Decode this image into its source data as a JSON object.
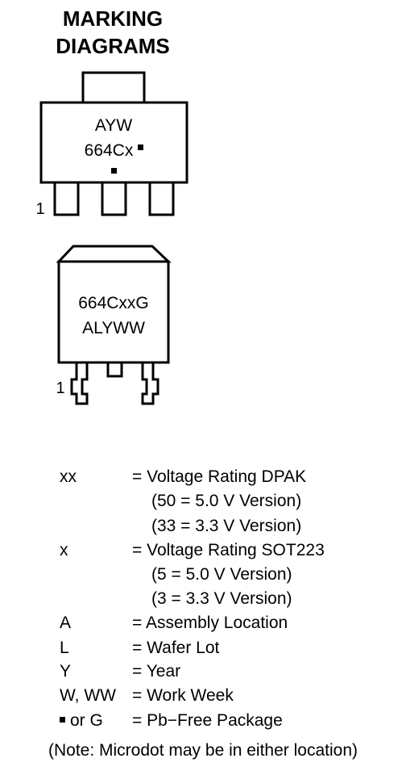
{
  "heading": {
    "line1": "MARKING",
    "line2": "DIAGRAMS"
  },
  "sot223": {
    "line1": "AYW",
    "line2": "664Cx",
    "pin1_label": "1"
  },
  "dpak": {
    "line1": "664CxxG",
    "line2": "ALYWW",
    "pin1_label": "1"
  },
  "legend": [
    {
      "key": "xx",
      "desc": "= Voltage Rating DPAK"
    },
    {
      "key": "",
      "desc": "(50 = 5.0 V Version)"
    },
    {
      "key": "",
      "desc": "(33 = 3.3 V Version)"
    },
    {
      "key": "x",
      "desc": "= Voltage Rating SOT223"
    },
    {
      "key": "",
      "desc": "(5 = 5.0 V Version)"
    },
    {
      "key": "",
      "desc": "(3 = 3.3 V Version)"
    },
    {
      "key": "A",
      "desc": "= Assembly Location"
    },
    {
      "key": "L",
      "desc": "= Wafer Lot"
    },
    {
      "key": "Y",
      "desc": "= Year"
    },
    {
      "key": "W, WW",
      "desc": "= Work Week"
    },
    {
      "key": "or G",
      "desc": "= Pb−Free Package"
    }
  ],
  "note": "(Note: Microdot may be in either location)"
}
